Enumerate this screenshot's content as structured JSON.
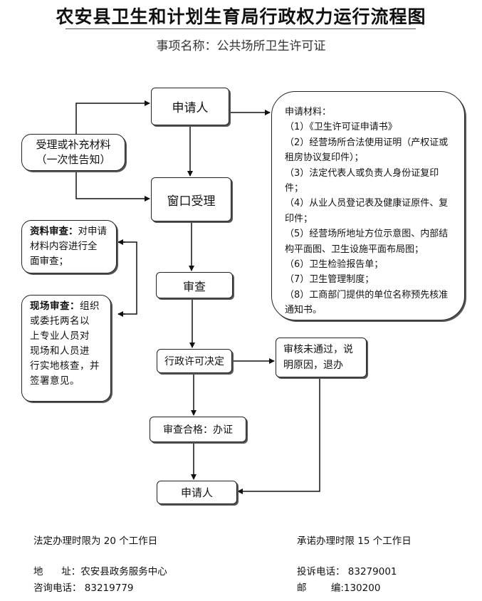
{
  "header": {
    "title": "农安县卫生和计划生育局行政权力运行流程图",
    "subtitle": "事项名称：公共场所卫生许可证"
  },
  "flow": {
    "applicant_top": "申请人",
    "window_accept": "窗口受理",
    "supplement_line1": "受理或补充材料",
    "supplement_line2": "（一次性告知）",
    "review": "审查",
    "decision": "行政许可决定",
    "reject_line1": "审核未通过，说",
    "reject_line2": "明原因，退办",
    "approved": "审查合格：办证",
    "applicant_bottom": "申请人"
  },
  "notes": {
    "doc_review_label": "资料审查：",
    "doc_review_l1": "对申请",
    "doc_review_l2": "材料内容进行全",
    "doc_review_l3": "面审查；",
    "site_review_label": "现场审查：",
    "site_review_l1": "组织",
    "site_review_l2": "或委托两名以",
    "site_review_l3": "上专业人员对",
    "site_review_l4": "现场和人员进",
    "site_review_l5": "行实地核查，并",
    "site_review_l6": "签署意见。"
  },
  "materials": {
    "heading": "申请材料：",
    "lines": [
      "（1）《卫生许可证申请书》",
      "（2）经营场所合法使用证明（产权证或租房协议复印件）；",
      "（3）法定代表人或负责人身份证复印件；",
      "（4）从业人员登记表及健康证原件、复印件；",
      "（5）经营场所地址方位示意图、内部结构平面图、卫生设施平面布局图；",
      "（6）卫生检验报告单；",
      "（7）卫生管理制度；",
      "（8）工商部门提供的单位名称预先核准通知书。"
    ]
  },
  "footer": {
    "legal_time": "法定办理时限为 20 个工作日",
    "promised_time": "承诺办理时限 15 个工作日",
    "address": "地      址：农安县政务服务中心",
    "complaint_phone": "投诉电话： 83279001",
    "consult_phone": "咨询电话： 83219779",
    "postcode": "邮        编:130200"
  }
}
